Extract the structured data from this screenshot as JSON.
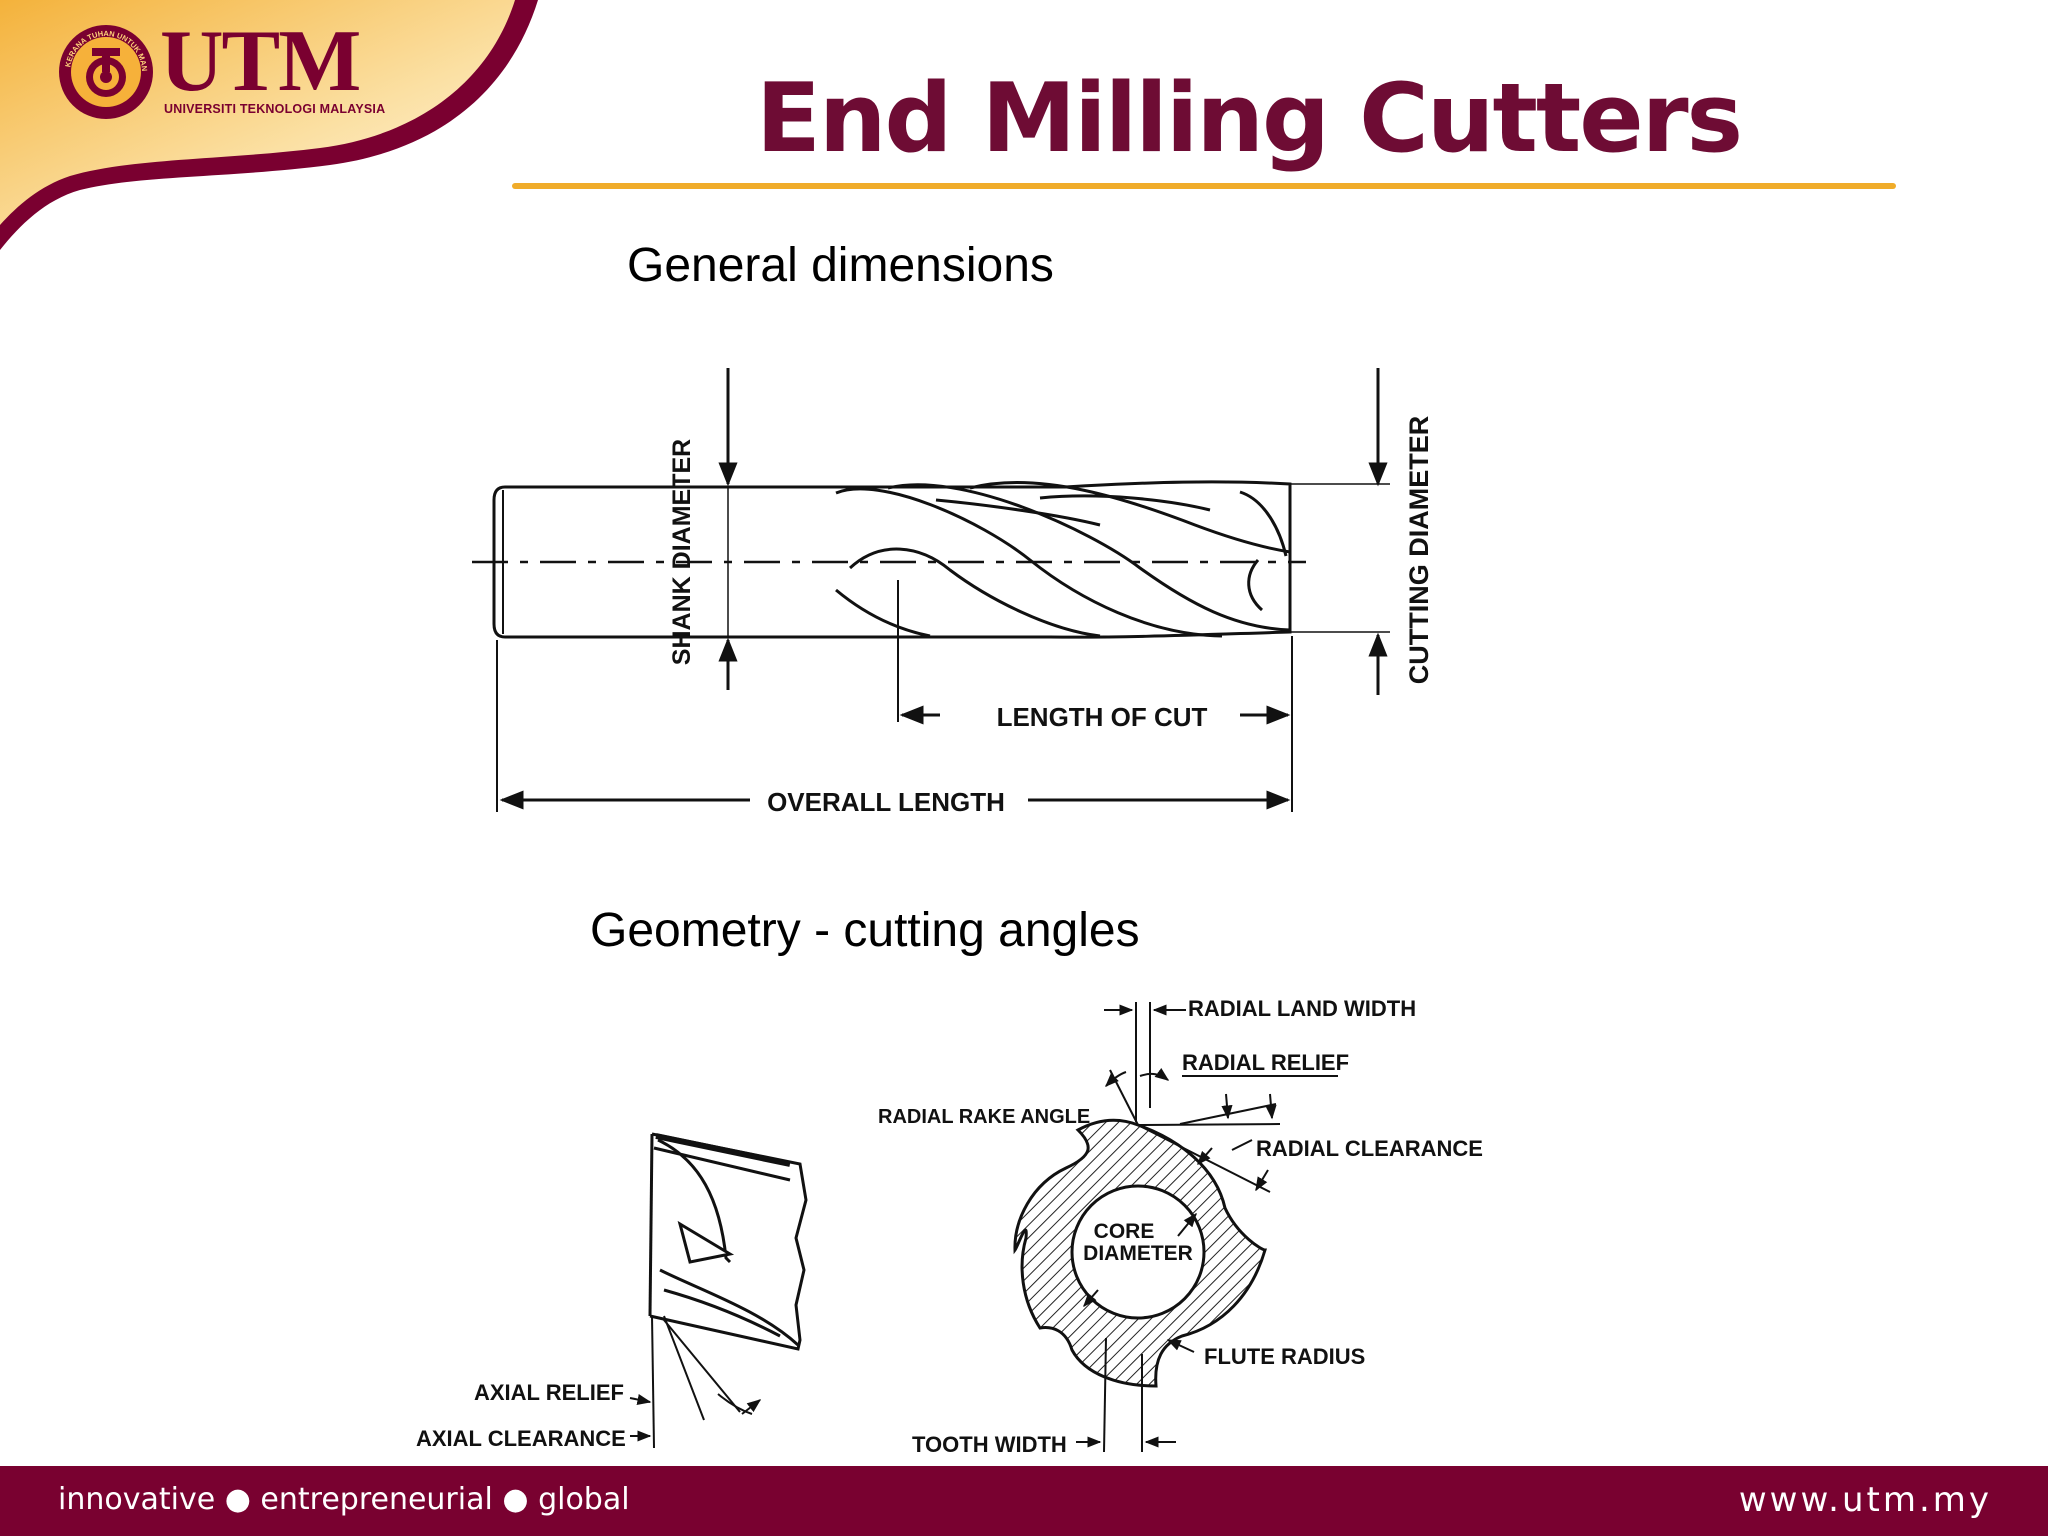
{
  "logo": {
    "name": "UTM",
    "subtitle": "UNIVERSITI TEKNOLOGI MALAYSIA",
    "seal_text": "KERANA TUHAN UNTUK MANUSIA",
    "brand_color": "#7a0030",
    "accent_color": "#f0ac2a"
  },
  "slide": {
    "title": "End Milling Cutters",
    "section1": "General dimensions",
    "section2": "Geometry - cutting angles"
  },
  "diagram1": {
    "shank_diameter": "SHANK DIAMETER",
    "cutting_diameter": "CUTTING DIAMETER",
    "length_of_cut": "LENGTH OF CUT",
    "overall_length": "OVERALL LENGTH"
  },
  "diagram2": {
    "radial_land_width": "RADIAL LAND WIDTH",
    "radial_relief": "RADIAL RELIEF",
    "radial_rake_angle": "RADIAL RAKE ANGLE",
    "radial_clearance": "RADIAL CLEARANCE",
    "core_diameter_1": "CORE",
    "core_diameter_2": "DIAMETER",
    "flute_radius": "FLUTE RADIUS",
    "axial_relief": "AXIAL RELIEF",
    "axial_clearance": "AXIAL CLEARANCE",
    "tooth_width": "TOOTH WIDTH"
  },
  "footer": {
    "tagline": "innovative ● entrepreneurial ● global",
    "url": "www.utm.my"
  }
}
